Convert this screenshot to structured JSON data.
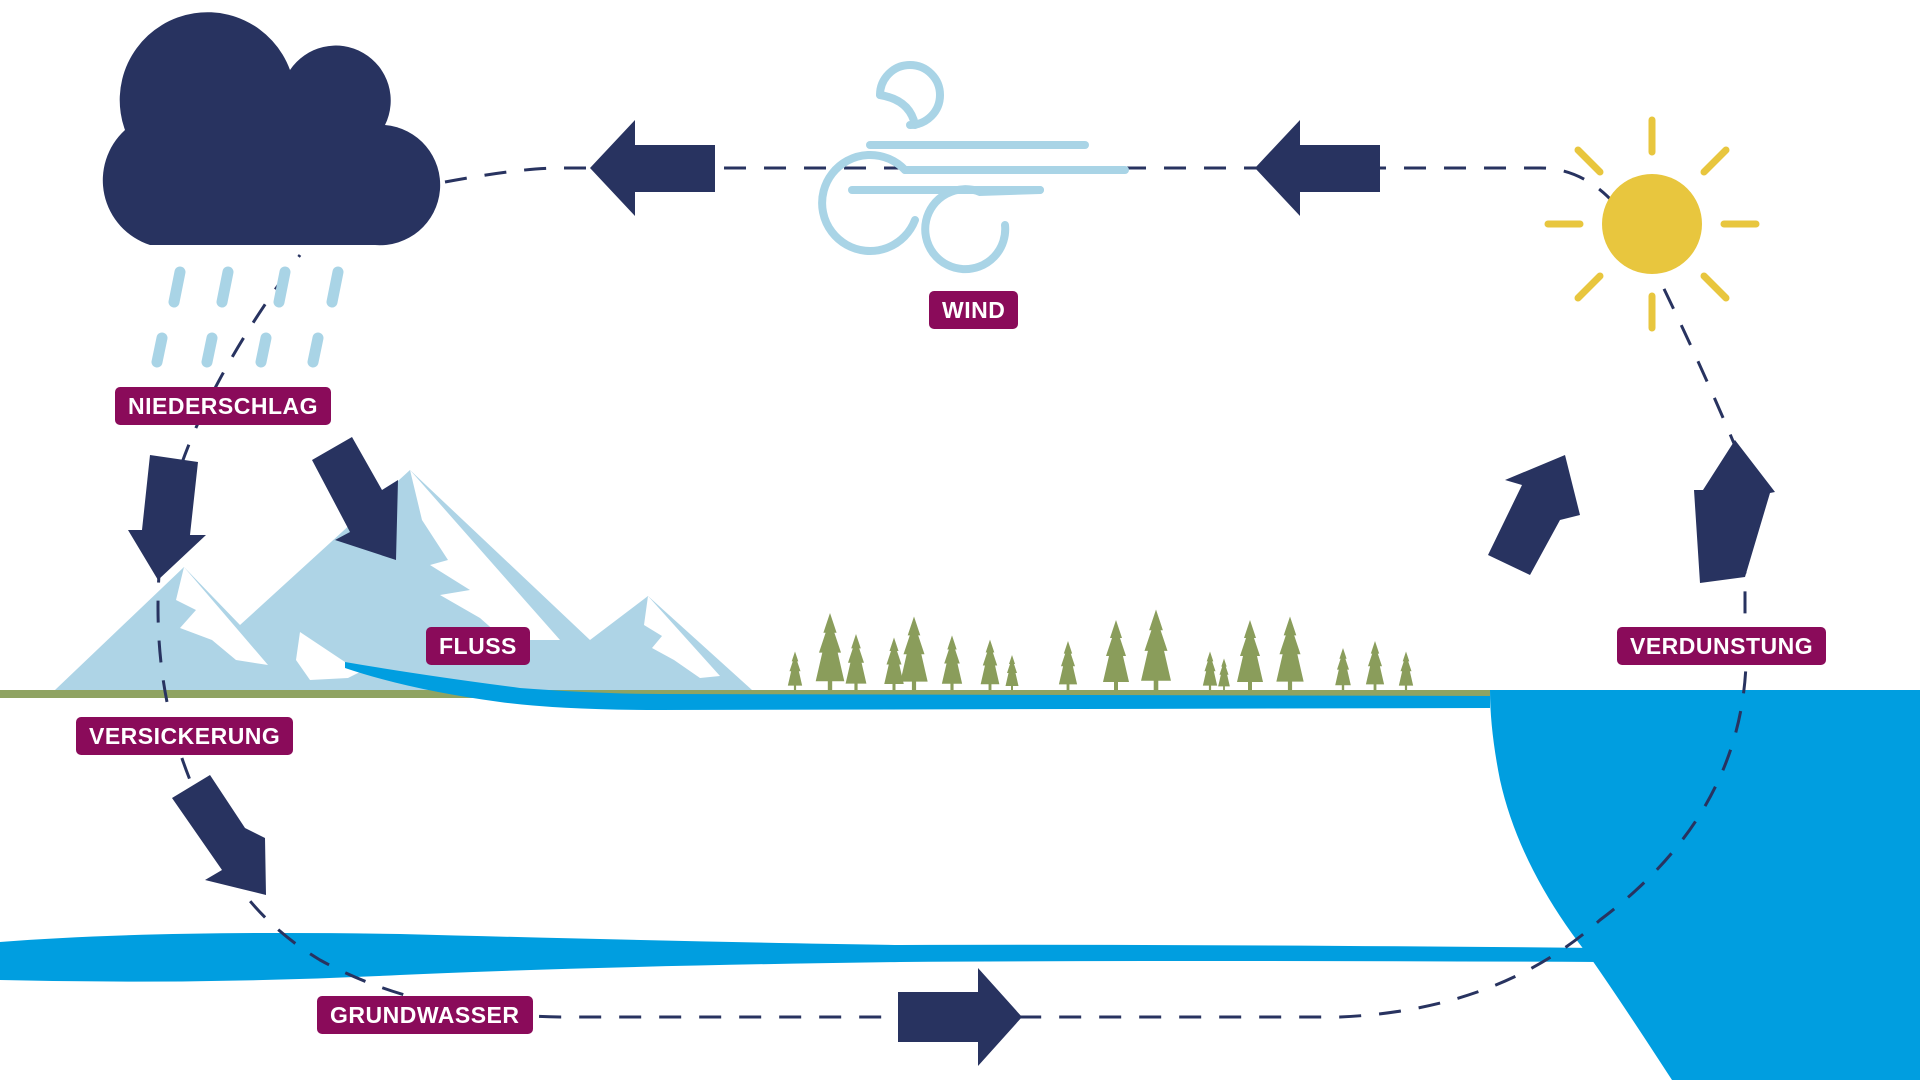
{
  "labels": {
    "wind": "WIND",
    "niederschlag": "NIEDERSCHLAG",
    "fluss": "FLUSS",
    "verdunstung": "VERDUNSTUNG",
    "versickerung": "VERSICKERUNG",
    "grundwasser": "GRUNDWASSER"
  },
  "colors": {
    "label_bg": "#8a0b5a",
    "arrow": "#283360",
    "cloud": "#283360",
    "rain": "#a9d4e6",
    "sun": "#e8c63e",
    "water": "#009ee0",
    "mountain": "#aed4e6",
    "snow": "#ffffff",
    "ground": "#8fa362",
    "tree": "#8a9d5b",
    "wind_icon": "#a9d4e6"
  },
  "icons": [
    "cloud-icon",
    "rain-icon",
    "wind-icon",
    "sun-icon",
    "mountain-icon",
    "tree-icon"
  ]
}
